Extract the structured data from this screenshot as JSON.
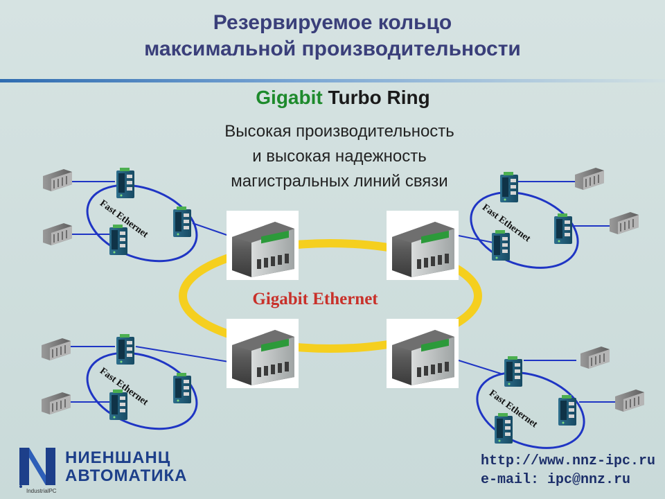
{
  "title": {
    "line1": "Резервируемое кольцо",
    "line2": "максимальной производительности"
  },
  "subtitle": {
    "highlight": "Gigabit",
    "rest": " Turbo Ring"
  },
  "description": {
    "line1": "Высокая производительность",
    "line2": "и высокая надежность",
    "line3": "магистральных линий связи"
  },
  "diagram": {
    "center_ring_label": "Gigabit Ethernet",
    "sub_ring_labels": [
      "Fast Ethernet",
      "Fast Ethernet",
      "Fast Ethernet",
      "Fast Ethernet"
    ]
  },
  "footer": {
    "logo_line1": "НИЕНШАНЦ",
    "logo_line2": "АВТОМАТИКА",
    "logo_sub": "IndustrialPC",
    "url": "http://www.nnz-ipc.ru",
    "email": "e-mail: ipc@nnz.ru"
  },
  "colors": {
    "title": "#3a3f7a",
    "gigabit_green": "#1d8a2c",
    "gigabit_ethernet_red": "#c8312a",
    "main_ring": "#f5cf1f",
    "sub_ring": "#1f35c4"
  }
}
